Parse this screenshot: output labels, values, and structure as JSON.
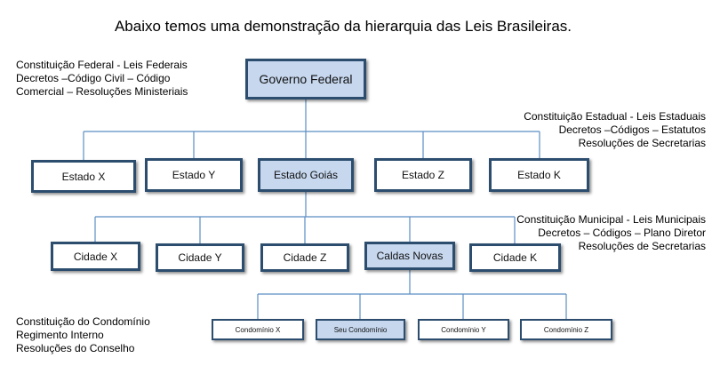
{
  "title": "Abaixo temos uma demonstração da hierarquia das Leis Brasileiras.",
  "notes": {
    "federal": [
      "Constituição Federal - Leis Federais",
      "Decretos –Código Civil – Código",
      "Comercial – Resoluções Ministeriais"
    ],
    "estadual": [
      "Constituição Estadual - Leis Estaduais",
      "Decretos –Códigos – Estatutos",
      "Resoluções de Secretarias"
    ],
    "municipal": [
      "Constituição Municipal - Leis Municipais",
      "Decretos – Códigos – Plano Diretor",
      "Resoluções de Secretarias"
    ],
    "condominio": [
      "Constituição  do Condomínio",
      "Regimento Interno",
      "Resoluções do Conselho"
    ]
  },
  "root": {
    "label": "Governo Federal",
    "highlight": true
  },
  "states": [
    {
      "label": "Estado X",
      "highlight": false
    },
    {
      "label": "Estado Y",
      "highlight": false
    },
    {
      "label": "Estado Goiás",
      "highlight": true
    },
    {
      "label": "Estado Z",
      "highlight": false
    },
    {
      "label": "Estado K",
      "highlight": false
    }
  ],
  "cities": [
    {
      "label": "Cidade X",
      "highlight": false
    },
    {
      "label": "Cidade Y",
      "highlight": false
    },
    {
      "label": "Cidade Z",
      "highlight": false
    },
    {
      "label": "Caldas Novas",
      "highlight": true
    },
    {
      "label": "Cidade K",
      "highlight": false
    }
  ],
  "condos": [
    {
      "label": "Condomínio X",
      "highlight": false
    },
    {
      "label": "Seu Condomínio",
      "highlight": true
    },
    {
      "label": "Condomínio Y",
      "highlight": false
    },
    {
      "label": "Condomínio Z",
      "highlight": false
    }
  ],
  "colors": {
    "border": "#2c4d6e",
    "highlight_fill": "#c6d7ee",
    "connector": "#5b8ec4"
  }
}
